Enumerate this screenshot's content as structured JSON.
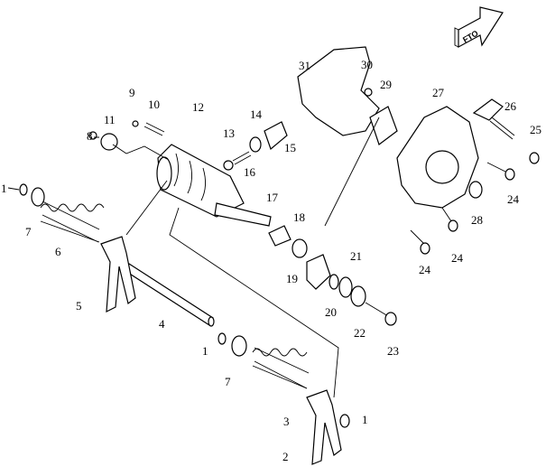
{
  "diagram": {
    "direction_marker": "FTO",
    "callouts": [
      "1",
      "7",
      "6",
      "5",
      "4",
      "1",
      "7",
      "3",
      "1",
      "2",
      "8",
      "11",
      "9",
      "10",
      "12",
      "13",
      "14",
      "15",
      "16",
      "17",
      "18",
      "19",
      "20",
      "21",
      "22",
      "23",
      "24",
      "24",
      "24",
      "28",
      "25",
      "26",
      "27",
      "29",
      "30",
      "31"
    ]
  }
}
